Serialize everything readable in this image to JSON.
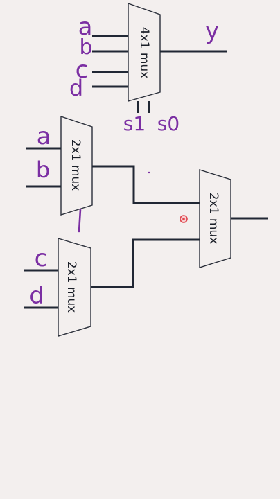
{
  "diagram": {
    "mux_4x1": {
      "label": "4x1 mux",
      "inputs": [
        "a",
        "b",
        "c",
        "d"
      ],
      "output": "y",
      "selects": [
        "s1",
        "s0"
      ]
    },
    "mux_top_2x1": {
      "label": "2x1 mux",
      "inputs": [
        "a",
        "b"
      ]
    },
    "mux_bottom_2x1": {
      "label": "2x1 mux",
      "inputs": [
        "c",
        "d"
      ]
    },
    "mux_final_2x1": {
      "label": "2x1 mux"
    },
    "colors": {
      "ink": "#202734",
      "handwriting": "#7b2fa3",
      "cursor": "#e0454d",
      "background": "#f3efee"
    }
  }
}
